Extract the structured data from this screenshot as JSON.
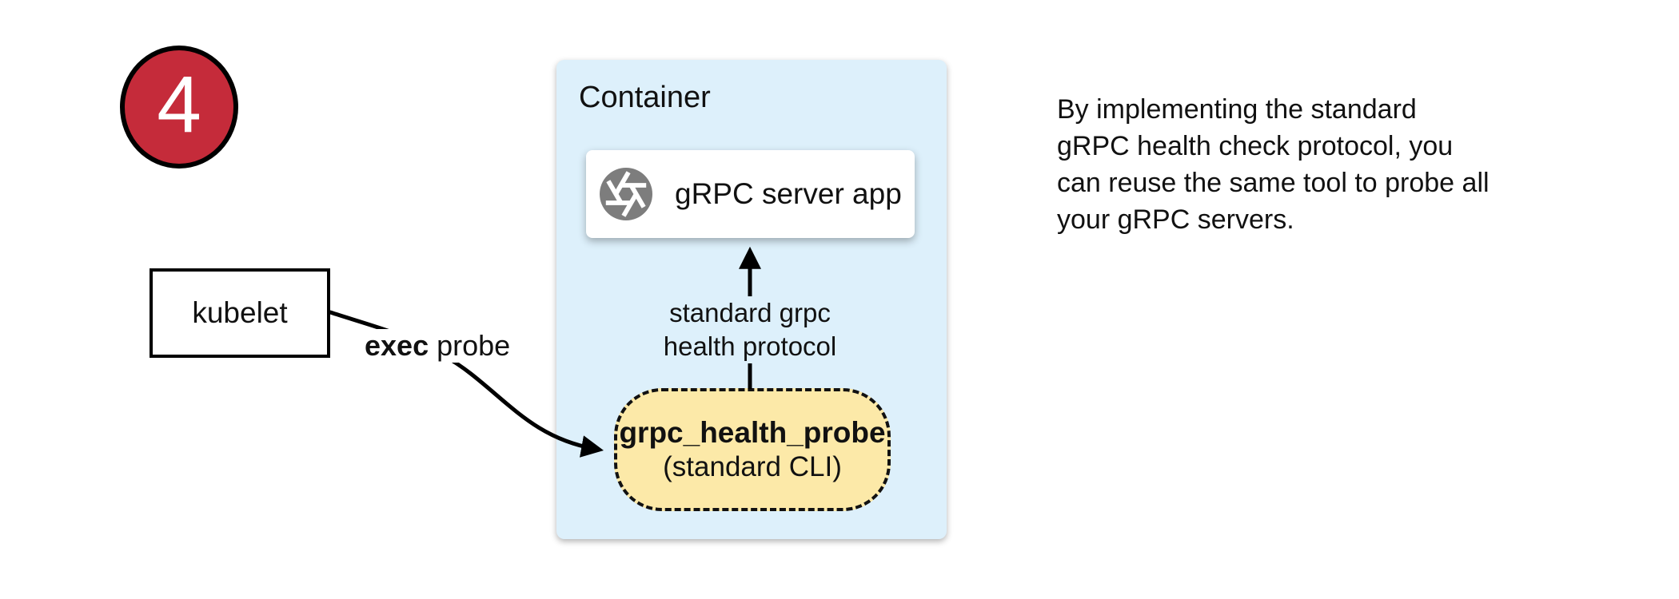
{
  "badge": {
    "number": "4"
  },
  "kubelet": {
    "label": "kubelet"
  },
  "exec_probe_label": {
    "bold": "exec",
    "regular": " probe"
  },
  "container": {
    "title": "Container",
    "grpc_server": {
      "label": "gRPC server app",
      "icon": "aperture-icon"
    },
    "protocol_label": {
      "line1": "standard grpc",
      "line2": "health protocol"
    },
    "health_probe": {
      "name": "grpc_health_probe",
      "subtitle": "(standard CLI)"
    }
  },
  "note": {
    "lines": [
      "By implementing the standard",
      "gRPC health check protocol, you",
      "can reuse the same tool to probe all",
      "your gRPC servers."
    ]
  },
  "colors": {
    "badge_red": "#c52b3a",
    "container_blue": "#ddf0fb",
    "probe_yellow": "#fce9a8",
    "icon_gray": "#7d7d7d",
    "line_black": "#000000"
  }
}
